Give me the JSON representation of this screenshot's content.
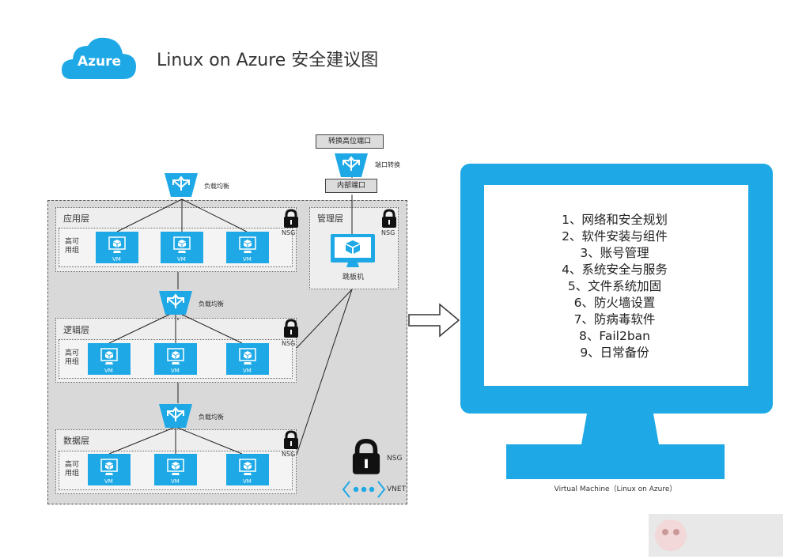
{
  "logo": {
    "text": "Azure"
  },
  "title": "Linux on Azure 安全建议图",
  "lb_label": "负载均衡",
  "port_forward": {
    "top_box": "转换高位端口",
    "label": "端口转换",
    "bottom_box": "内部端口"
  },
  "layers": [
    {
      "name": "应用层",
      "nsg": "NSG",
      "avail": "高可用组"
    },
    {
      "name": "逻辑层",
      "nsg": "NSG",
      "avail": "高可用组"
    },
    {
      "name": "数据层",
      "nsg": "NSG",
      "avail": "高可用组"
    }
  ],
  "vm_label": "VM",
  "mgmt": {
    "name": "管理层",
    "nsg": "NSG",
    "jumpbox": "跳板机"
  },
  "vnet": {
    "nsg": "NSG",
    "label": "VNET"
  },
  "recommendations": [
    "1、网络和安全规划",
    "2、软件安装与组件",
    "3、账号管理",
    "4、系统安全与服务",
    "5、文件系统加固",
    "6、防火墙设置",
    "7、防病毒软件",
    "8、Fail2ban",
    "9、日常备份"
  ],
  "monitor_caption": "Virtual Machine（Linux on Azure）",
  "colors": {
    "azure_blue": "#1ea9e6",
    "vnet_gray": "#d9d9d9"
  },
  "icons": [
    "cloud-icon",
    "load-balancer-icon",
    "lock-icon",
    "vm-icon",
    "monitor-icon",
    "arrow-icon",
    "vnet-icon",
    "watermark-icon"
  ]
}
